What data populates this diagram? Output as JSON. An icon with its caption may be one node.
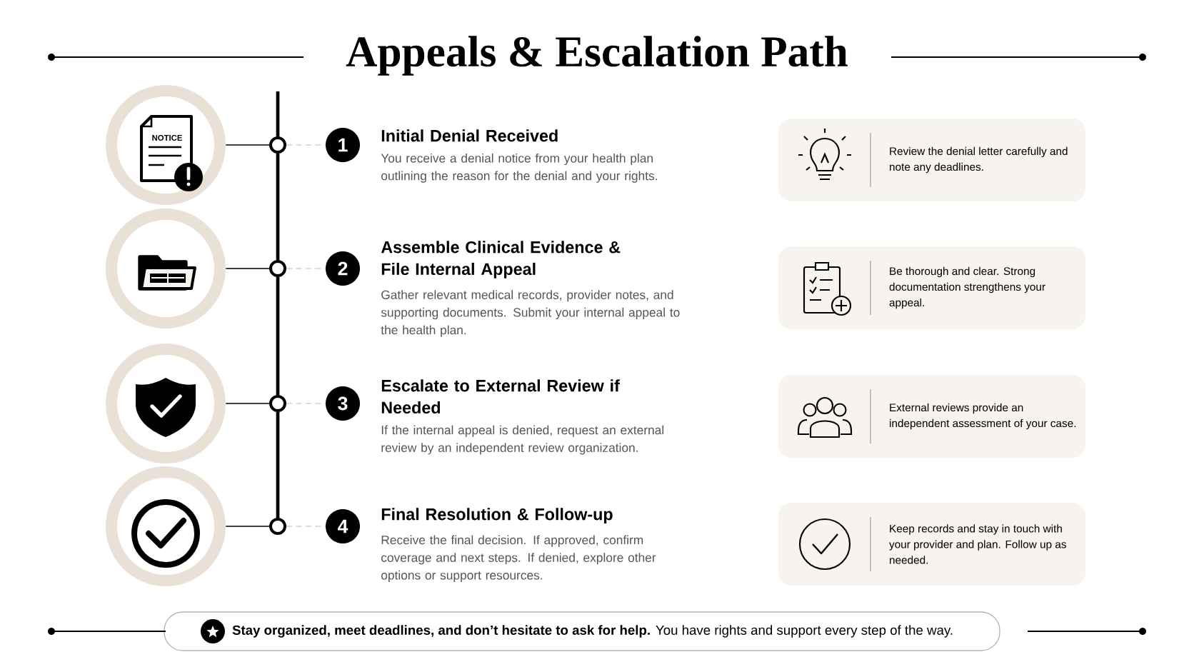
{
  "diagram": {
    "title": "Appeals & Escalation Path",
    "nodes": [
      {
        "text": [],
        "shape": "circle"
      },
      {
        "text": [],
        "shape": "circle"
      },
      {
        "text": [],
        "shape": "circle"
      },
      {
        "text": [],
        "shape": "circle"
      },
      {
        "text": [],
        "shape": "circle"
      },
      {
        "text": [],
        "shape": "circle"
      },
      {
        "text": [],
        "shape": "circle"
      },
      {
        "text": [],
        "shape": "circle"
      },
      {
        "text": [
          "1"
        ],
        "beside": [
          "Initial Denial Received",
          "You receive a denial notice from your health plan outlining the reason for the denial and your rights."
        ]
      },
      {
        "text": [
          "2"
        ],
        "beside": [
          "Assemble Clinical Evidence & File Internal Appeal",
          "Gather relevant medical records, provider notes, and supporting documents. Submit your internal appeal to the health plan."
        ]
      },
      {
        "text": [
          "3"
        ],
        "beside": [
          "Escalate to External Review if Needed",
          "If the internal appeal is denied, request an external review by an independent review organization."
        ]
      },
      {
        "text": [
          "4"
        ],
        "beside": [
          "Final Resolution & Follow-up",
          "Receive the final decision. If approved, confirm coverage and next steps. If denied, explore other options or support resources."
        ]
      },
      {
        "text": [
          "Review the denial letter carefully and note any deadlines."
        ]
      },
      {
        "text": [
          "Be thorough and clear. Strong documentation strengthens your appeal."
        ]
      },
      {
        "text": [
          "External reviews provide an independent assessment of your case."
        ]
      },
      {
        "text": [
          "Keep records and stay in touch with your provider and plan. Follow up as needed."
        ]
      },
      {
        "text": [
          "**Stay organized, meet deadlines, and don’t hesitate to ask for help.** You have rights and support every step of the way."
        ]
      }
    ],
    "edges": [
      {
        "from": 0,
        "to": 4,
        "arrow": "none"
      },
      {
        "from": 1,
        "to": 5,
        "arrow": "none"
      },
      {
        "from": 2,
        "to": 6,
        "arrow": "none"
      },
      {
        "from": 3,
        "to": 7,
        "arrow": "none"
      },
      {
        "from": 4,
        "to": 5,
        "arrow": "none",
        "style": "thick"
      },
      {
        "from": 5,
        "to": 6,
        "arrow": "none",
        "style": "thick"
      },
      {
        "from": 6,
        "to": 7,
        "arrow": "none",
        "style": "thick"
      },
      {
        "from": 4,
        "to": 8,
        "arrow": "none",
        "style": "dashed",
        "color": "#d9cfc2"
      },
      {
        "from": 5,
        "to": 9,
        "arrow": "none",
        "style": "dashed",
        "color": "#d9cfc2"
      },
      {
        "from": 6,
        "to": 10,
        "arrow": "none",
        "style": "dashed",
        "color": "#d9cfc2"
      },
      {
        "from": 7,
        "to": 11,
        "arrow": "none",
        "style": "dashed",
        "color": "#d9cfc2"
      }
    ],
    "labels": [
      "NOTICE"
    ]
  }
}
